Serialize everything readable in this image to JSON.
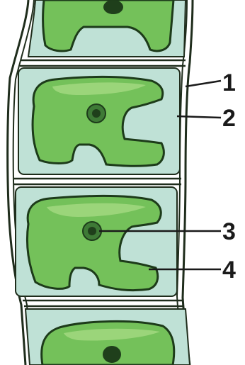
{
  "diagram": {
    "callouts": [
      {
        "id": "1",
        "text": "1",
        "part": "cell-wall"
      },
      {
        "id": "2",
        "text": "2",
        "part": "cytoplasm"
      },
      {
        "id": "3",
        "text": "3",
        "part": "nucleus"
      },
      {
        "id": "4",
        "text": "4",
        "part": "chloroplast"
      }
    ],
    "colors": {
      "wall_outline": "#1f2d1c",
      "cell_fill": "#bfe1d6",
      "chloroplast_fill": "#74c15a",
      "chloroplast_highlight": "#9bd57a",
      "chloroplast_outline": "#1d3b1a",
      "nucleus_fill": "#3e7a36",
      "nucleus_core": "#1f3f1b",
      "leader_line": "#1a1a1a",
      "label_text": "#1a1a1a"
    }
  }
}
